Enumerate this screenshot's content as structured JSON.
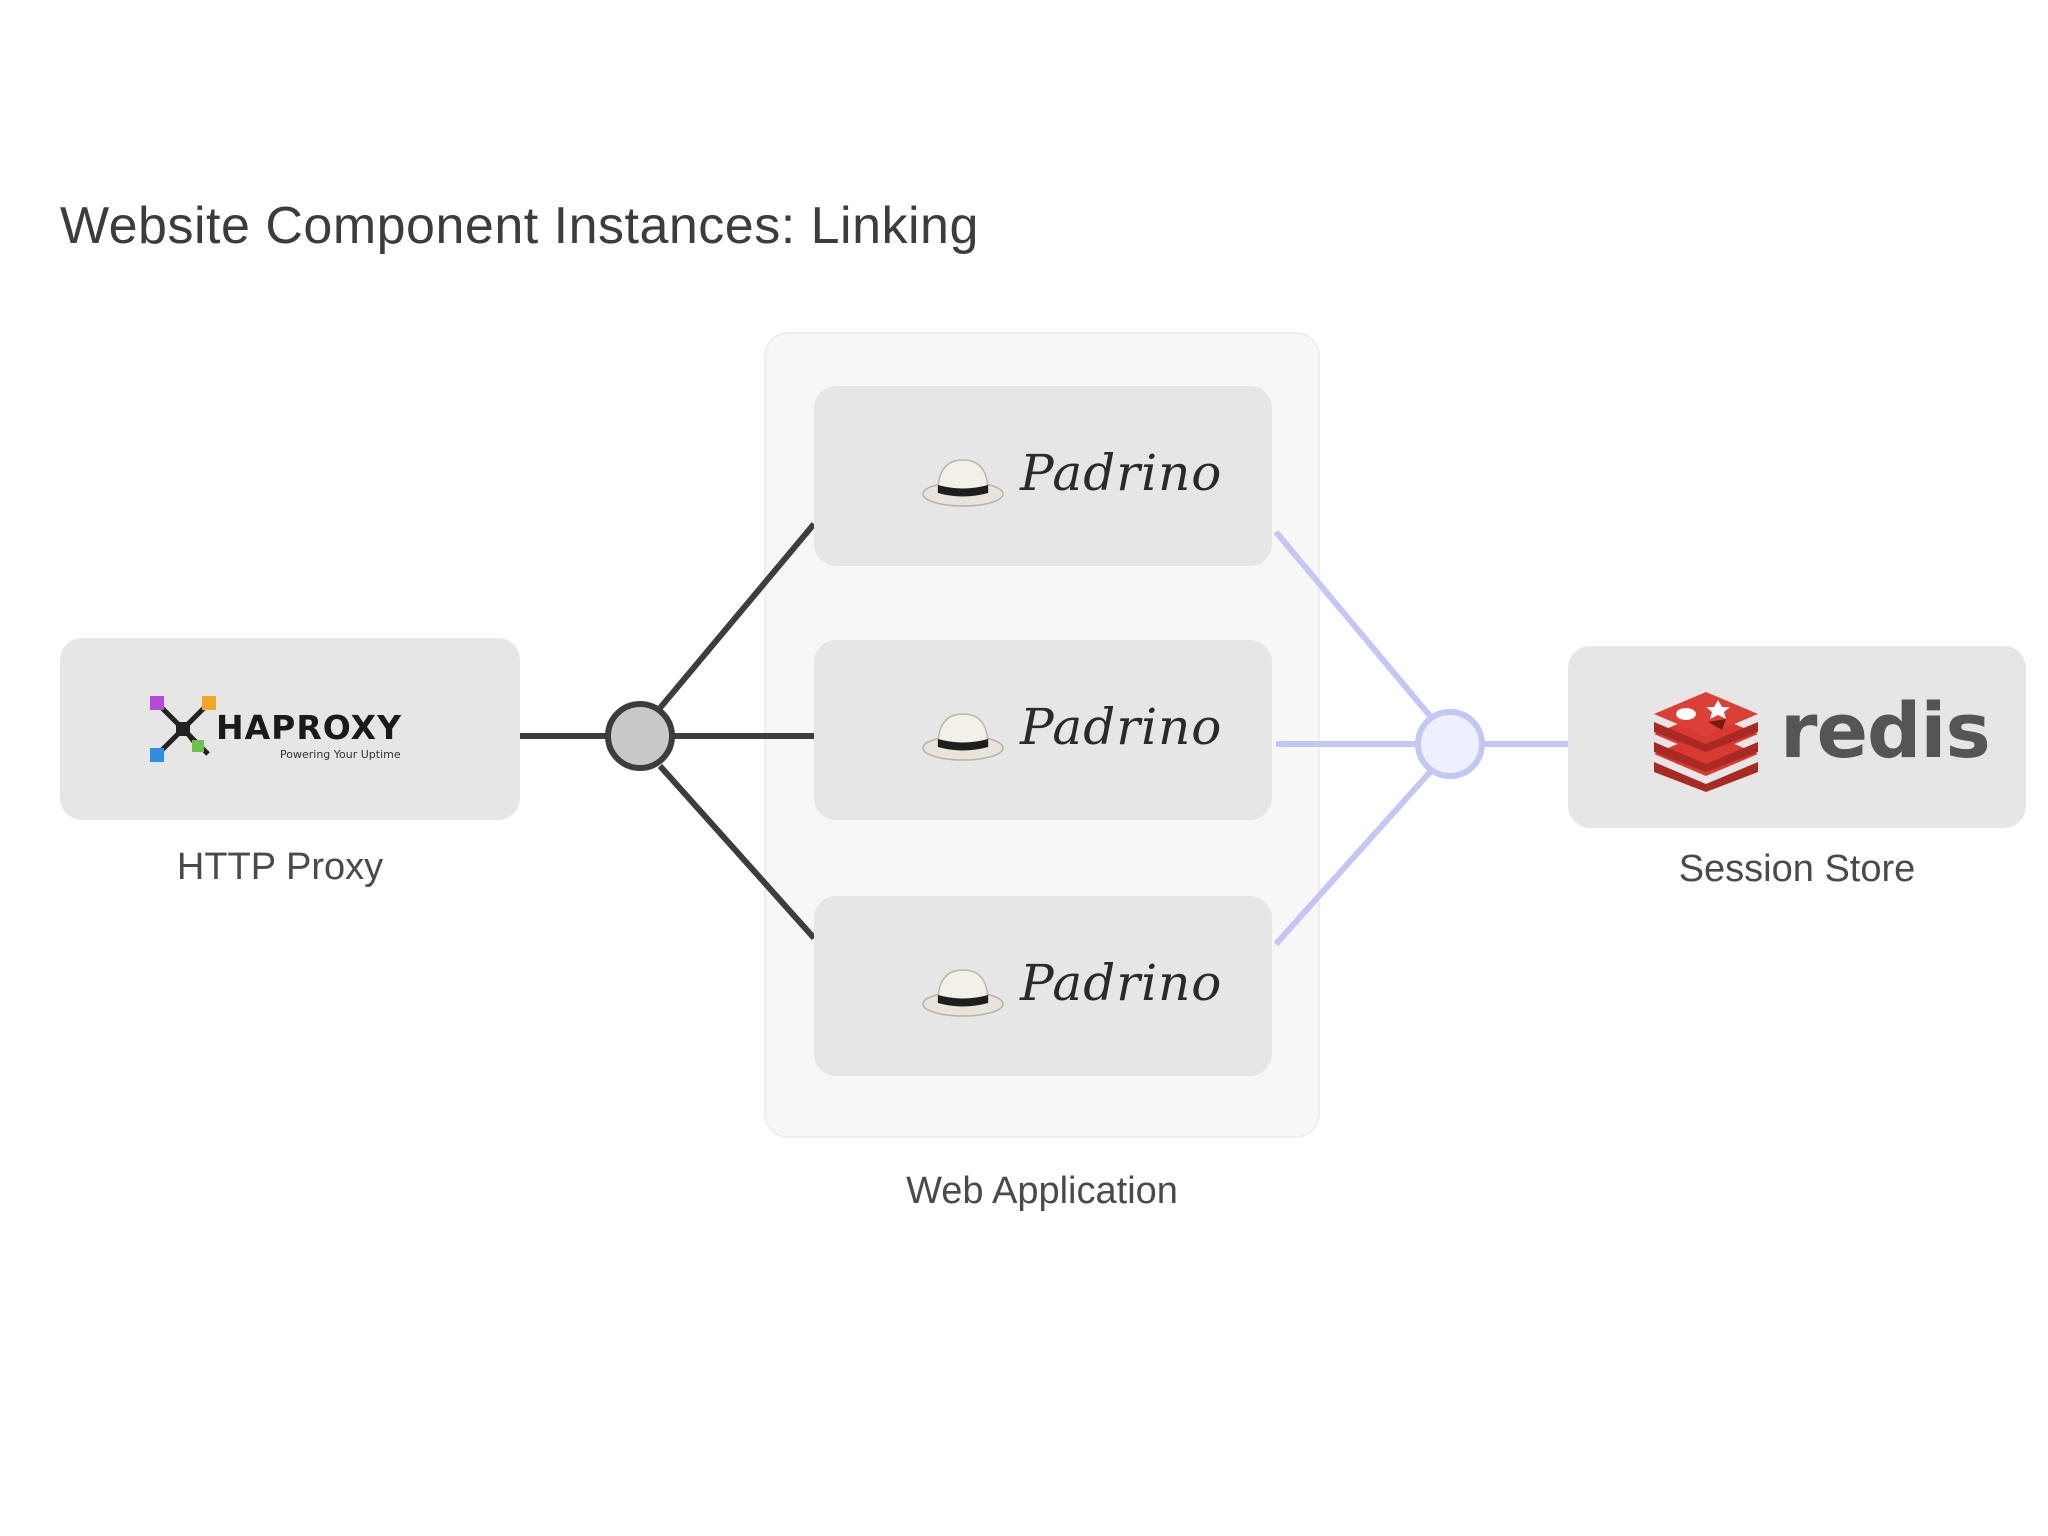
{
  "title": "Website Component Instances: Linking",
  "proxy": {
    "caption": "HTTP Proxy",
    "logo_name": "HAPROXY",
    "logo_tagline": "Powering Your Uptime"
  },
  "web_app": {
    "caption": "Web Application",
    "instances": [
      {
        "logo_text": "Padrino"
      },
      {
        "logo_text": "Padrino"
      },
      {
        "logo_text": "Padrino"
      }
    ]
  },
  "session_store": {
    "caption": "Session Store",
    "logo_text": "redis"
  },
  "colors": {
    "left_links": "#3d3d3d",
    "left_hub_fill": "#c8c8c8",
    "right_links": "#c4c6f4",
    "right_hub_fill": "#eef0ff",
    "box_fill": "#e6e6e6",
    "redis_red": "#c7372f"
  },
  "icons": [
    "haproxy-logo-icon",
    "padrino-hat-icon",
    "redis-stack-icon"
  ]
}
